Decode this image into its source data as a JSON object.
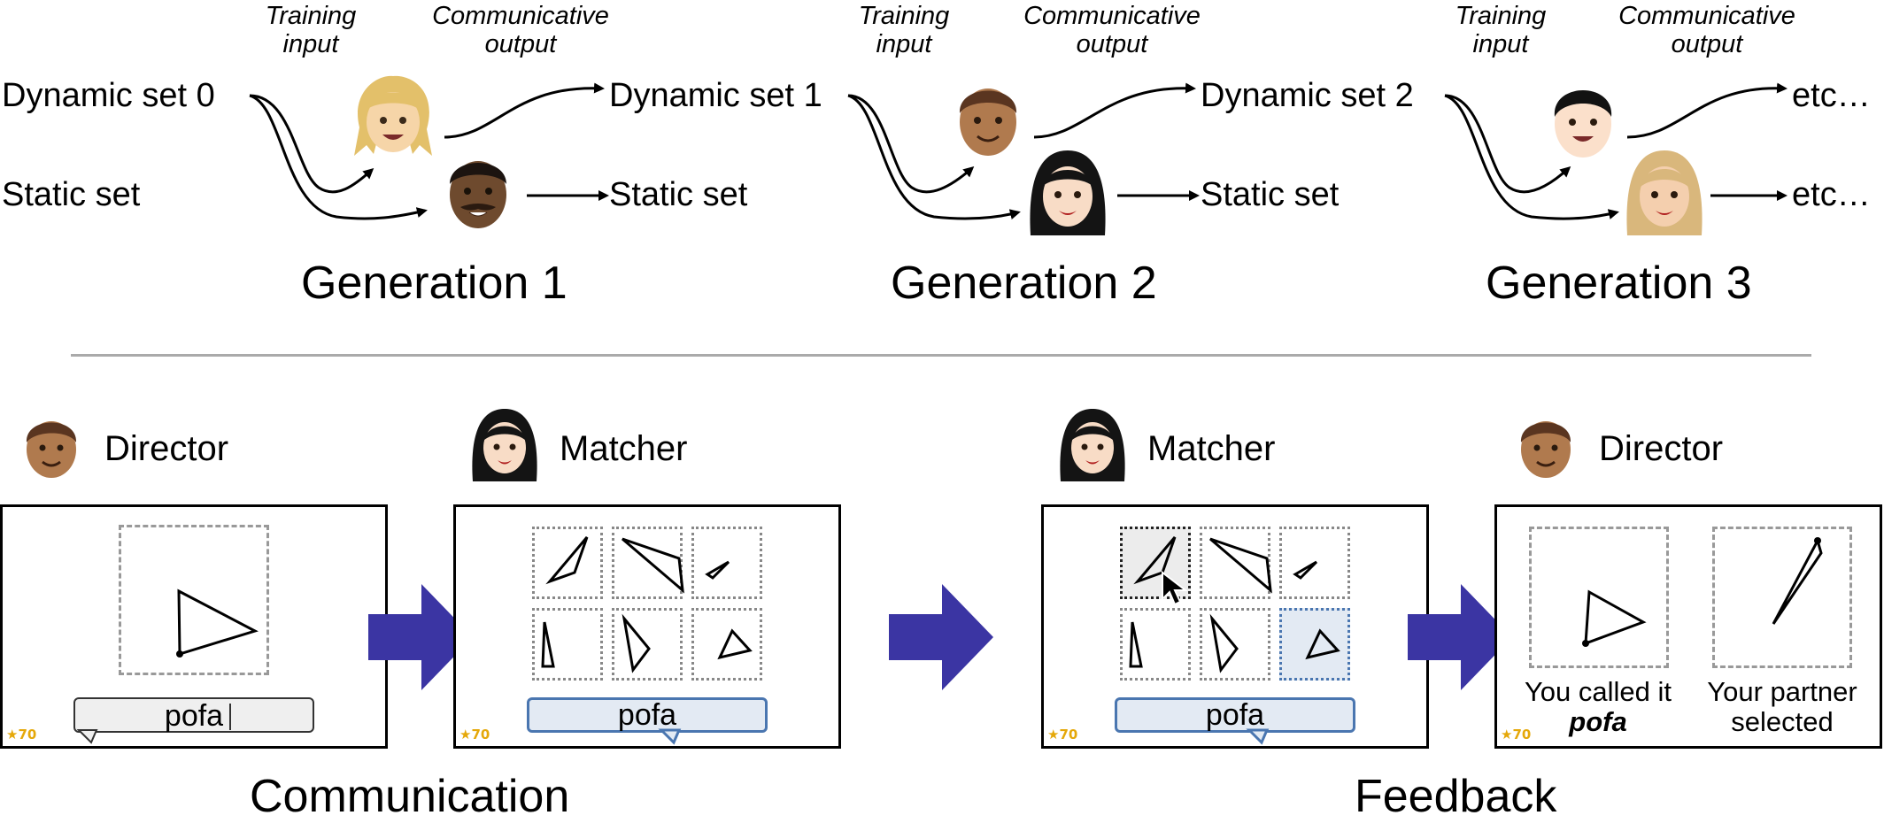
{
  "top": {
    "generations": [
      {
        "training_label": "Training\ninput",
        "output_label": "Communicative\noutput",
        "dynamic_in": "Dynamic set 0",
        "static_in": "Static set",
        "dynamic_out": "Dynamic set 1",
        "static_out": "Static set",
        "title": "Generation 1"
      },
      {
        "training_label": "Training\ninput",
        "output_label": "Communicative\noutput",
        "dynamic_in": "Dynamic set 1",
        "static_in": "",
        "dynamic_out": "Dynamic set 2",
        "static_out": "Static set",
        "title": "Generation 2"
      },
      {
        "training_label": "Training\ninput",
        "output_label": "Communicative\noutput",
        "dynamic_in": "Dynamic set 2",
        "static_in": "",
        "dynamic_out": "etc…",
        "static_out": "etc…",
        "title": "Generation 3"
      }
    ]
  },
  "bottom": {
    "roles": [
      "Director",
      "Matcher",
      "Matcher",
      "Director"
    ],
    "word": "pofa",
    "score": "★70",
    "feedback_left_line1": "You called it",
    "feedback_left_word": "pofa",
    "feedback_right_line1": "Your partner",
    "feedback_right_line2": "selected",
    "section_communication": "Communication",
    "section_feedback": "Feedback"
  },
  "colors": {
    "arrow": "#3b35a3",
    "highlight": "#e3eaf3",
    "bubble_border": "#4a76b0",
    "divider": "#aaaaaa",
    "star": "#e5a80a"
  }
}
